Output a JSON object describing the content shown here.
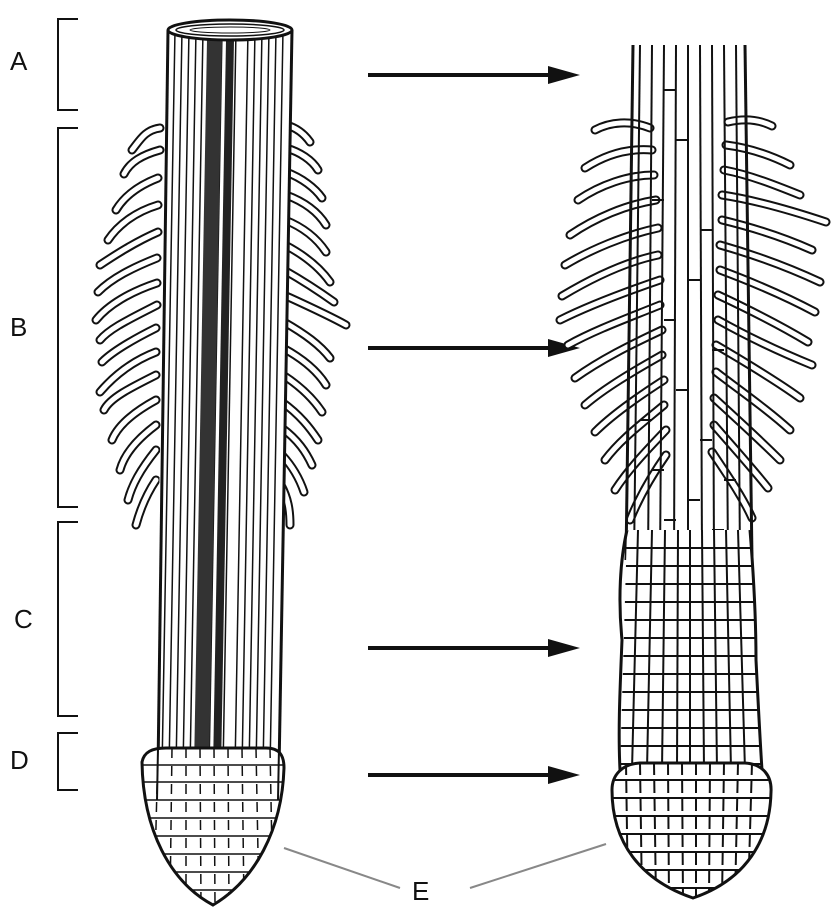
{
  "labels": {
    "zone_a": "A",
    "zone_b": "B",
    "zone_c": "C",
    "zone_d": "D",
    "root_cap": "E"
  },
  "colors": {
    "ink": "#111111",
    "pointer": "#888888",
    "background": "#ffffff"
  }
}
